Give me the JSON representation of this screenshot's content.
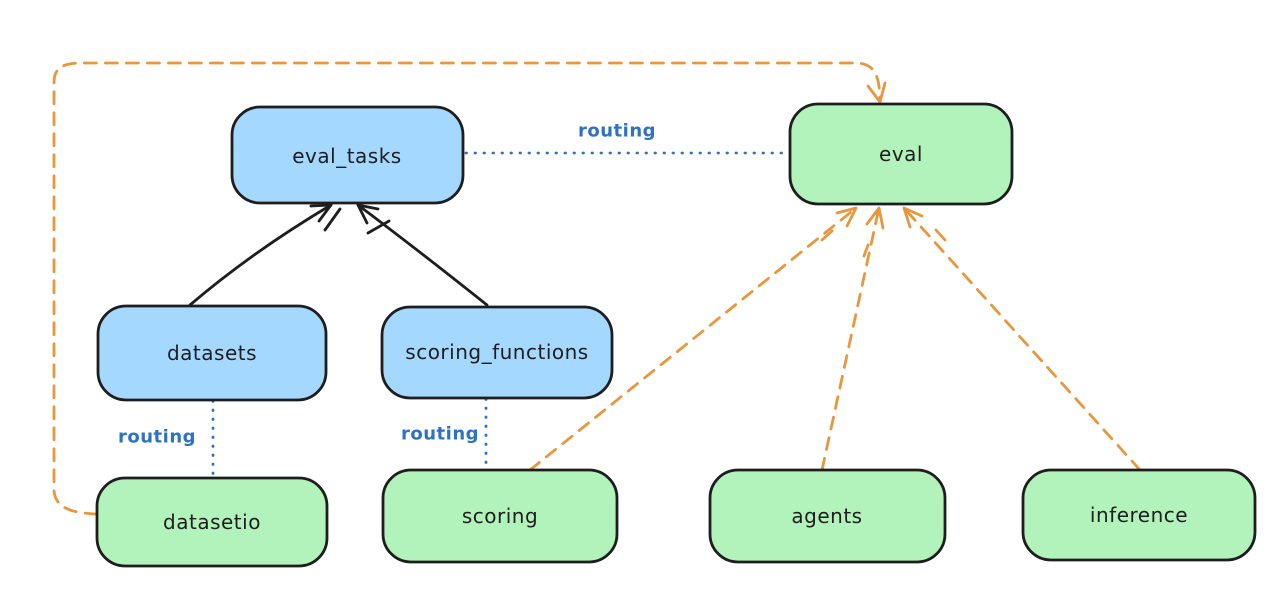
{
  "colors": {
    "background": "#ffffff",
    "blue_fill": "#a5d8ff",
    "green_fill": "#b2f2bb",
    "stroke": "#1e1e1e",
    "routing_blue": "#2f72c4",
    "orange": "#e8973f"
  },
  "nodes": [
    {
      "id": "eval_tasks",
      "label": "eval_tasks",
      "fill": "blue"
    },
    {
      "id": "eval",
      "label": "eval",
      "fill": "green"
    },
    {
      "id": "datasets",
      "label": "datasets",
      "fill": "blue"
    },
    {
      "id": "scoring_functions",
      "label": "scoring_functions",
      "fill": "blue"
    },
    {
      "id": "datasetio",
      "label": "datasetio",
      "fill": "green"
    },
    {
      "id": "scoring",
      "label": "scoring",
      "fill": "green"
    },
    {
      "id": "agents",
      "label": "agents",
      "fill": "green"
    },
    {
      "id": "inference",
      "label": "inference",
      "fill": "green"
    }
  ],
  "edges": [
    {
      "from": "datasets",
      "to": "eval_tasks",
      "style": "solid-arrow",
      "color": "black",
      "label": ""
    },
    {
      "from": "scoring_functions",
      "to": "eval_tasks",
      "style": "solid-arrow",
      "color": "black",
      "label": ""
    },
    {
      "from": "eval_tasks",
      "to": "eval",
      "style": "dotted",
      "color": "blue",
      "label": "routing"
    },
    {
      "from": "datasets",
      "to": "datasetio",
      "style": "dotted",
      "color": "blue",
      "label": "routing"
    },
    {
      "from": "scoring_functions",
      "to": "scoring",
      "style": "dotted",
      "color": "blue",
      "label": "routing"
    },
    {
      "from": "datasetio",
      "to": "eval",
      "style": "dashed-arrow",
      "color": "orange",
      "label": ""
    },
    {
      "from": "scoring",
      "to": "eval",
      "style": "dashed-arrow",
      "color": "orange",
      "label": ""
    },
    {
      "from": "agents",
      "to": "eval",
      "style": "dashed-arrow",
      "color": "orange",
      "label": ""
    },
    {
      "from": "inference",
      "to": "eval",
      "style": "dashed-arrow",
      "color": "orange",
      "label": ""
    }
  ]
}
